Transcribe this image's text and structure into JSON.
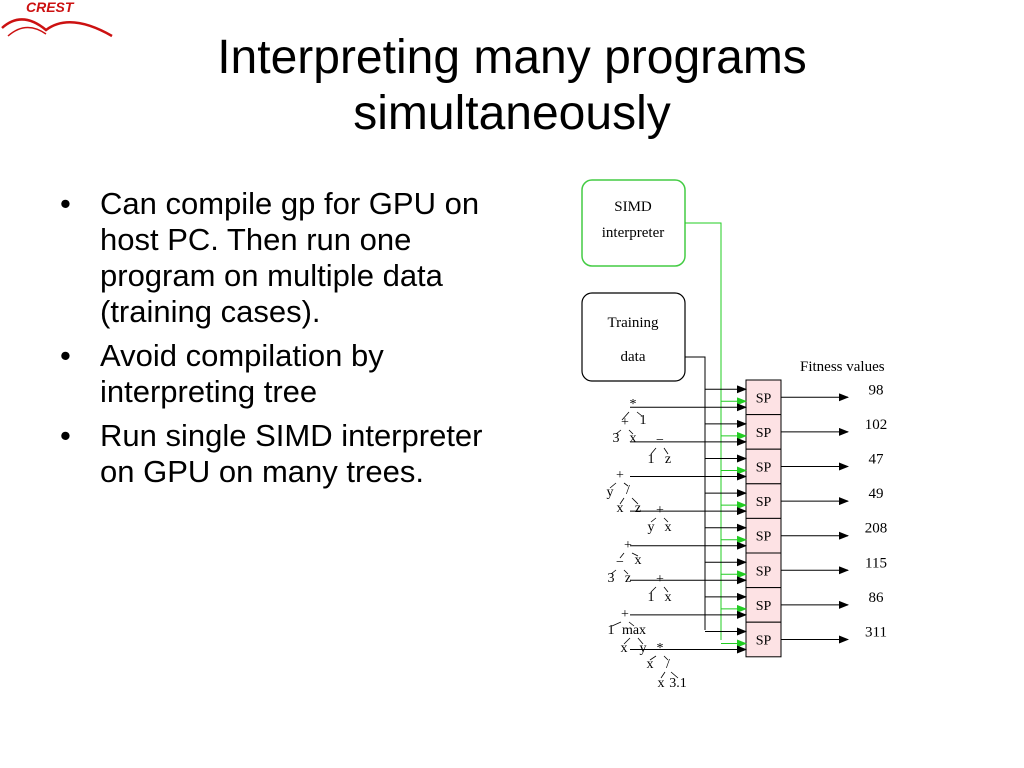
{
  "logo": {
    "text": "CREST",
    "color": "#cc1111"
  },
  "title": "Interpreting many programs simultaneously",
  "bullets": [
    "Can compile gp for GPU on host PC. Then run one program on multiple data (training cases).",
    "Avoid compilation by interpreting tree",
    "Run single SIMD interpreter on GPU on many trees."
  ],
  "diagram": {
    "simd_box": {
      "line1": "SIMD",
      "line2": "interpreter",
      "border_color": "#44cc44"
    },
    "training_box": {
      "line1": "Training",
      "line2": "data"
    },
    "fitness_label": "Fitness values",
    "sp_label": "SP",
    "sp_fill": "#fde2e4",
    "fitness_values": [
      "98",
      "102",
      "47",
      "49",
      "208",
      "115",
      "86",
      "311"
    ],
    "tree_tokens": [
      "*",
      "+",
      "1",
      "3",
      "x",
      "−",
      "1",
      "z",
      "+",
      "y",
      "/",
      "x",
      "z",
      "+",
      "y",
      "x",
      "+",
      "−",
      "x",
      "3",
      "z",
      "+",
      "1",
      "x",
      "+",
      "1",
      "max",
      "x",
      "y",
      "*",
      "x",
      "/",
      "x",
      "3.1"
    ]
  }
}
